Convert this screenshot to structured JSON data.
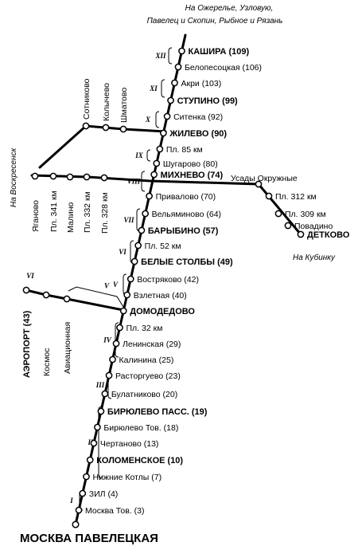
{
  "notes": {
    "north": [
      "На Ожерелье, Узловую,",
      "Павелец и Скопин, Рыбное и Рязань"
    ],
    "west": "На Воскресенск",
    "east": "На Кубинку"
  },
  "terminus": "МОСКВА ПАВЕЛЕЦКАЯ",
  "main_line": [
    {
      "name": "КАШИРА (109)",
      "bold": true
    },
    {
      "name": "Белопесоцкая (106)",
      "bold": false
    },
    {
      "name": "Акри (103)",
      "bold": false
    },
    {
      "name": "СТУПИНО (99)",
      "bold": true
    },
    {
      "name": "Ситенка (92)",
      "bold": false
    },
    {
      "name": "ЖИЛЕВО (90)",
      "bold": true
    },
    {
      "name": "Пл. 85 км",
      "bold": false
    },
    {
      "name": "Шугарово (80)",
      "bold": false
    },
    {
      "name": "МИХНЕВО (74)",
      "bold": true
    },
    {
      "name": "Привалово (70)",
      "bold": false
    },
    {
      "name": "Вельяминово (64)",
      "bold": false
    },
    {
      "name": "БАРЫБИНО (57)",
      "bold": true
    },
    {
      "name": "Пл. 52 км",
      "bold": false
    },
    {
      "name": "БЕЛЫЕ СТОЛБЫ (49)",
      "bold": true
    },
    {
      "name": "Востряково (42)",
      "bold": false
    },
    {
      "name": "Взлетная (40)",
      "bold": false
    },
    {
      "name": "ДОМОДЕДОВО",
      "bold": true
    },
    {
      "name": "Пл. 32 км",
      "bold": false
    },
    {
      "name": "Ленинская (29)",
      "bold": false
    },
    {
      "name": "Калинина (25)",
      "bold": false
    },
    {
      "name": "Расторгуево (23)",
      "bold": false
    },
    {
      "name": "Булатниково (20)",
      "bold": false
    },
    {
      "name": "БИРЮЛЕВО ПАСС. (19)",
      "bold": true
    },
    {
      "name": "Бирюлево Тов. (18)",
      "bold": false
    },
    {
      "name": "Чертаново (13)",
      "bold": false
    },
    {
      "name": "КОЛОМЕНСКОЕ (10)",
      "bold": true
    },
    {
      "name": "Нижние Котлы (7)",
      "bold": false
    },
    {
      "name": "ЗИЛ (4)",
      "bold": false
    },
    {
      "name": "Москва Тов. (3)",
      "bold": false
    }
  ],
  "east_branch": [
    {
      "name": "Усады Окружные",
      "bold": false
    },
    {
      "name": "Пл. 312 км",
      "bold": false
    },
    {
      "name": "Пл. 309 км",
      "bold": false
    },
    {
      "name": "Повадино",
      "bold": false
    },
    {
      "name": "ДЕТКОВО",
      "bold": true
    }
  ],
  "west_branch": [
    {
      "name": "Яганово",
      "bold": false
    },
    {
      "name": "Пл. 341 км",
      "bold": false
    },
    {
      "name": "Малино",
      "bold": false
    },
    {
      "name": "Пл. 332 км",
      "bold": false
    },
    {
      "name": "Пл. 328 км",
      "bold": false
    }
  ],
  "zhilevo_branch": [
    {
      "name": "Сотниково",
      "bold": false
    },
    {
      "name": "Колычево",
      "bold": false
    },
    {
      "name": "Шматово",
      "bold": false
    }
  ],
  "airport_branch": [
    {
      "name": "АЭРОПОРТ (43)",
      "bold": true
    },
    {
      "name": "Космос",
      "bold": false
    },
    {
      "name": "Авиационная",
      "bold": false
    }
  ],
  "zones": [
    "XII",
    "XI",
    "X",
    "IX",
    "VIII",
    "VII",
    "VI",
    "V",
    "IV",
    "III",
    "II",
    "I",
    "VI",
    "V"
  ]
}
